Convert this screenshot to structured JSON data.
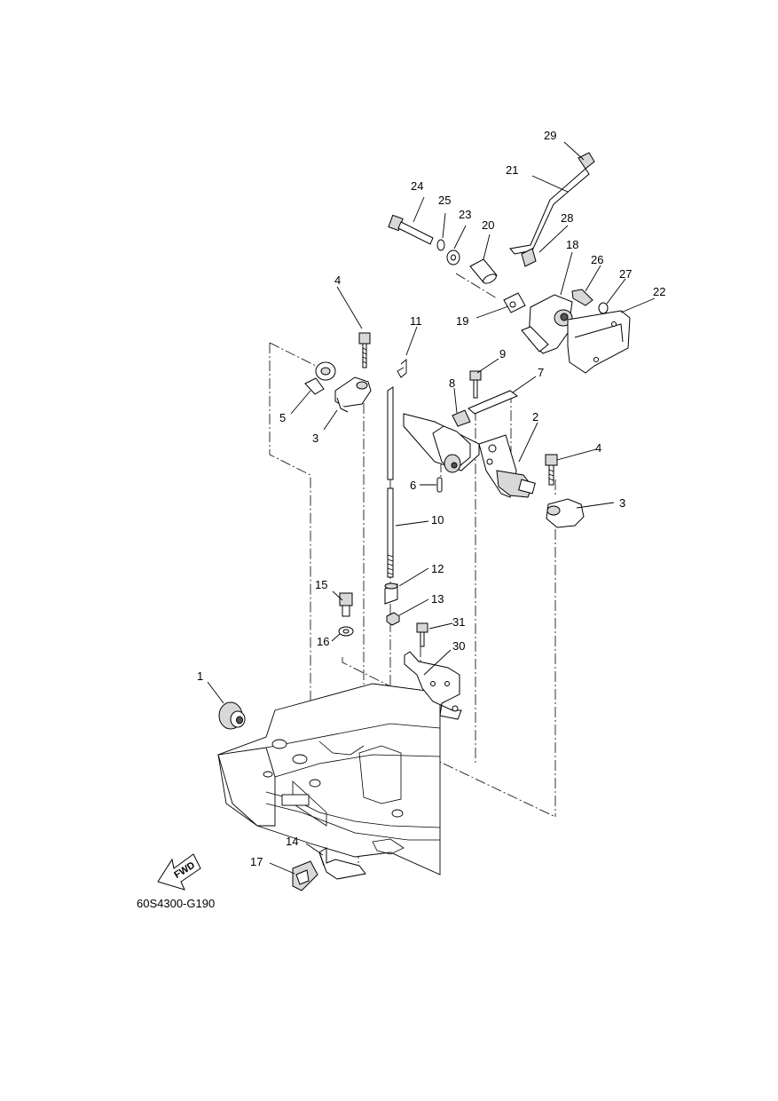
{
  "diagram_code": "60S4300-G190",
  "direction_label": "FWD",
  "callouts": [
    "1",
    "2",
    "3",
    "3",
    "4",
    "4",
    "5",
    "6",
    "7",
    "8",
    "9",
    "10",
    "11",
    "12",
    "13",
    "14",
    "15",
    "16",
    "17",
    "18",
    "19",
    "20",
    "21",
    "22",
    "23",
    "24",
    "25",
    "26",
    "27",
    "28",
    "29",
    "30",
    "31"
  ],
  "colors": {
    "line": "#000000",
    "background": "#ffffff"
  }
}
